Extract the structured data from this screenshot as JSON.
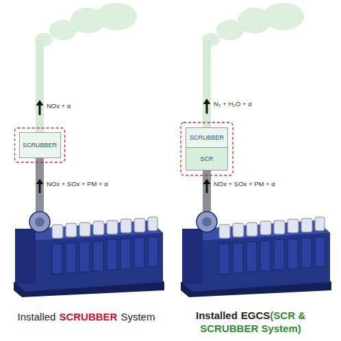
{
  "diagram": {
    "nodes": [
      {
        "text": [
          "SCRUBBER"
        ]
      },
      {
        "text": [
          "SCRUBBER"
        ]
      },
      {
        "text": [
          "SCR"
        ]
      }
    ],
    "labels": [
      "NOx + α",
      "NOx + SOx + PM + α",
      "N₂ + H₂O + α",
      "NOx + SOx + PM + α",
      "Installed",
      "SCRUBBER",
      "System",
      "Installed",
      "EGCS",
      "(SCR & SCRUBBER System)"
    ]
  }
}
